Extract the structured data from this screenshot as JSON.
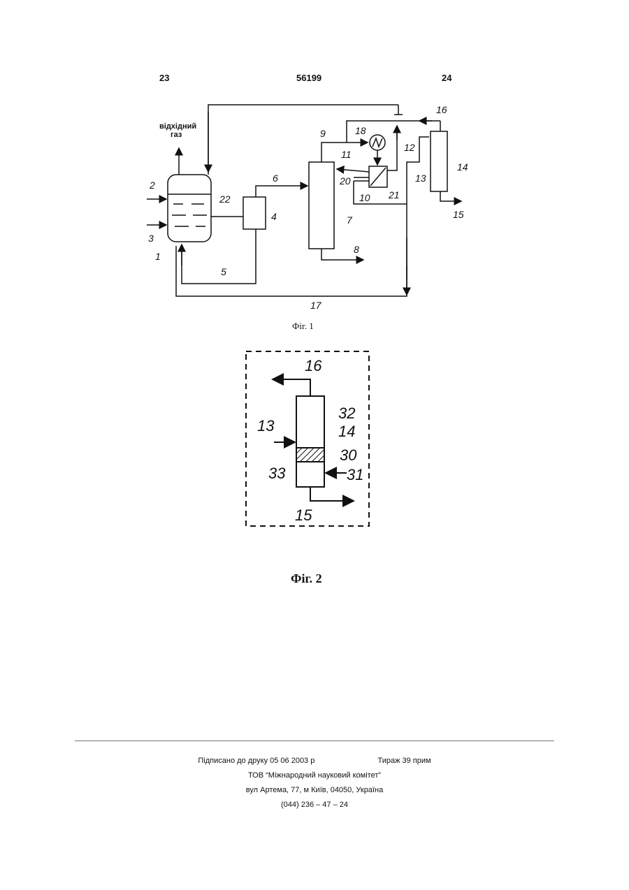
{
  "header": {
    "left": "23",
    "center": "56199",
    "right": "24"
  },
  "figure1": {
    "caption": "Фіг. 1",
    "offgas_label_line1": "відхідний",
    "offgas_label_line2": "газ",
    "labels": {
      "l1": "1",
      "l2": "2",
      "l3": "3",
      "l4": "4",
      "l5": "5",
      "l6": "6",
      "l7": "7",
      "l8": "8",
      "l9": "9",
      "l10": "10",
      "l11": "11",
      "l12": "12",
      "l13": "13",
      "l14": "14",
      "l15": "15",
      "l16": "16",
      "l17": "17",
      "l18": "18",
      "l20": "20",
      "l21": "21",
      "l22": "22"
    }
  },
  "figure2": {
    "caption": "Фіг. 2",
    "labels": {
      "l13": "13",
      "l14": "14",
      "l15": "15",
      "l16": "16",
      "l30": "30",
      "l31": "31",
      "l32": "32",
      "l33": "33"
    }
  },
  "footer": {
    "signed": "Підписано до друку 05 06 2003 р",
    "print_run": "Тираж 39 прим",
    "company": "ТОВ “Міжнародний науковий комітет”",
    "address": "вул Артема, 77, м Київ, 04050, Україна",
    "phone": "(044) 236 – 47 – 24"
  }
}
